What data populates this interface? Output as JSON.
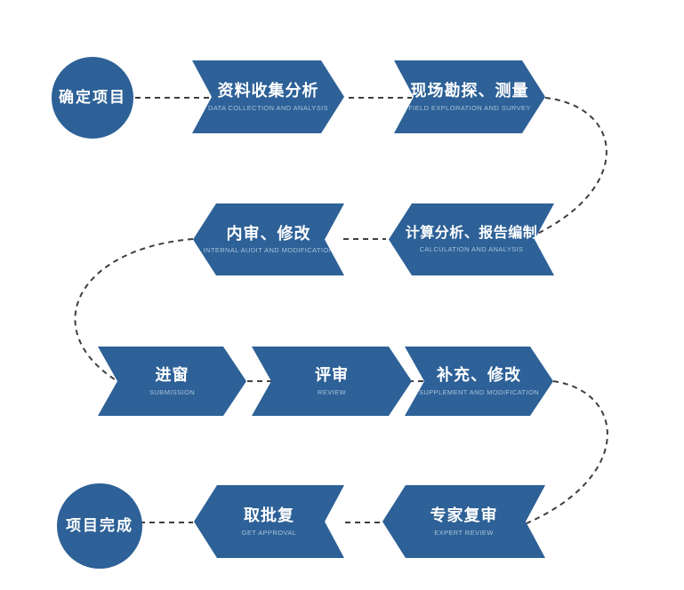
{
  "colors": {
    "node_blue": "#2d6197",
    "subtitle_text": "#a9c2da",
    "connector_dash": "#3e3e3e",
    "background": "#ffffff",
    "label_text": "#ffffff"
  },
  "flow": {
    "start_label": "确定项目",
    "finish_label": "项目完成",
    "steps": [
      {
        "title": "资料收集分析",
        "subtitle": "DATA COLLECTION AND ANALYSIS"
      },
      {
        "title": "现场勘探、测量",
        "subtitle": "FIELD EXPLORATION AND SURVEY"
      },
      {
        "title": "计算分析、报告编制",
        "subtitle": "CALCULATION AND ANALYSIS"
      },
      {
        "title": "内审、修改",
        "subtitle": "INTERNAL AUDIT AND MODIFICATION"
      },
      {
        "title": "进窗",
        "subtitle": "SUBMISSION"
      },
      {
        "title": "评审",
        "subtitle": "REVIEW"
      },
      {
        "title": "补充、修改",
        "subtitle": "SUPPLEMENT AND MODIFICATION"
      },
      {
        "title": "专家复审",
        "subtitle": "EXPERT REVIEW"
      },
      {
        "title": "取批复",
        "subtitle": "GET APPROVAL"
      }
    ]
  }
}
